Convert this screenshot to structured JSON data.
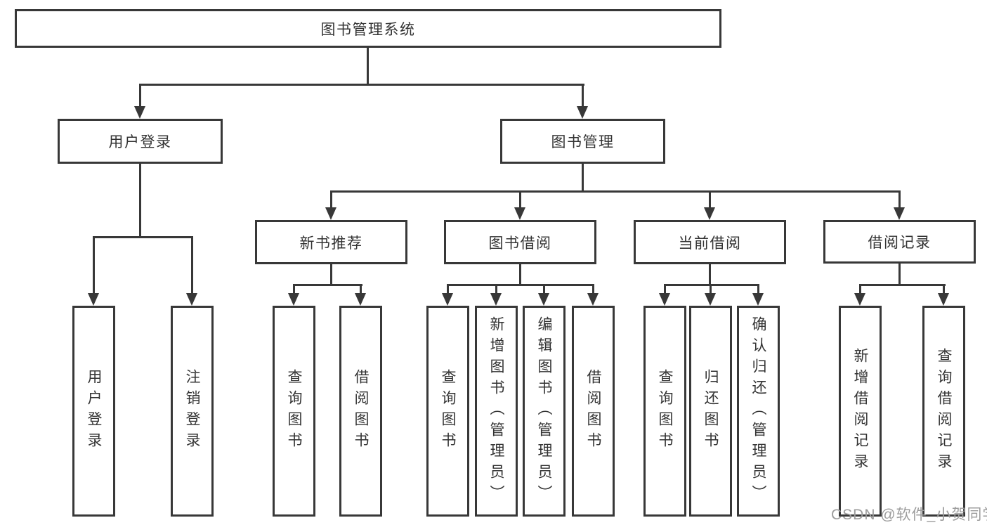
{
  "watermark": "CSDN @软件_小贺同学",
  "colors": {
    "background": "#ffffff",
    "box_fill": "#ffffff",
    "box_border": "#383838",
    "line": "#383838",
    "text": "#333333",
    "watermark": "#9c9c9c"
  },
  "nodes": {
    "root": "图书管理系统",
    "user_login": "用户登录",
    "book_mgmt": "图书管理",
    "new_book_rec": "新书推荐",
    "book_borrow": "图书借阅",
    "current_borrow": "当前借阅",
    "borrow_record": "借阅记录",
    "ul_user_login": "用户登录",
    "ul_logout": "注销登录",
    "nb_query_book": "查询图书",
    "nb_borrow_book": "借阅图书",
    "bb_query_book": "查询图书",
    "bb_add_book": "新增图书（管理员）",
    "bb_edit_book": "编辑图书（管理员）",
    "bb_borrow_book": "借阅图书",
    "cb_query_book": "查询图书",
    "cb_return_book": "归还图书",
    "cb_confirm_return": "确认归还（管理员）",
    "br_add_record": "新增借阅记录",
    "br_query_record": "查询借阅记录"
  },
  "structure": {
    "图书管理系统": {
      "用户登录": [
        "用户登录",
        "注销登录"
      ],
      "图书管理": {
        "新书推荐": [
          "查询图书",
          "借阅图书"
        ],
        "图书借阅": [
          "查询图书",
          "新增图书（管理员）",
          "编辑图书（管理员）",
          "借阅图书"
        ],
        "当前借阅": [
          "查询图书",
          "归还图书",
          "确认归还（管理员）"
        ],
        "借阅记录": [
          "新增借阅记录",
          "查询借阅记录"
        ]
      }
    }
  }
}
